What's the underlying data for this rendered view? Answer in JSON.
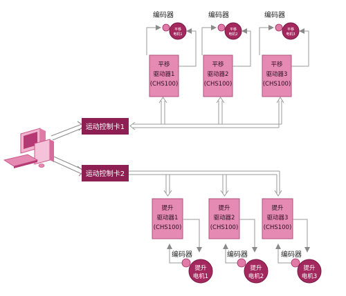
{
  "colors": {
    "card_fill": "#8e1f52",
    "driver_fill": "#e58ab2",
    "driver_stroke": "#b0507e",
    "motor_fill": "#a3285e",
    "encoder_fill": "#e07aa6",
    "line": "#9a9a9a",
    "arrow": "#8a8a8a",
    "computer": "#e57aa8"
  },
  "cards": [
    {
      "label": "运动控制卡1"
    },
    {
      "label": "运动控制卡2"
    }
  ],
  "top": {
    "encoder_label": "编码器",
    "motor": [
      "平移",
      "电机1",
      "平移",
      "电机2",
      "平移",
      "电机3"
    ],
    "drivers": [
      {
        "line1": "平移",
        "line2": "驱动器1",
        "line3": "(CHS100)"
      },
      {
        "line1": "平移",
        "line2": "驱动器2",
        "line3": "(CHS100)"
      },
      {
        "line1": "平移",
        "line2": "驱动器3",
        "line3": "(CHS100)"
      }
    ]
  },
  "bottom": {
    "encoder_label": "编码器",
    "drivers": [
      {
        "line1": "提升",
        "line2": "驱动器1",
        "line3": "(CHS100)"
      },
      {
        "line1": "提升",
        "line2": "驱动器2",
        "line3": "(CHS100)"
      },
      {
        "line1": "提升",
        "line2": "驱动器3",
        "line3": "(CHS100)"
      }
    ],
    "motors": [
      {
        "line1": "提升",
        "line2": "电机1"
      },
      {
        "line1": "提升",
        "line2": "电机2"
      },
      {
        "line1": "提升",
        "line2": "电机3"
      }
    ]
  }
}
